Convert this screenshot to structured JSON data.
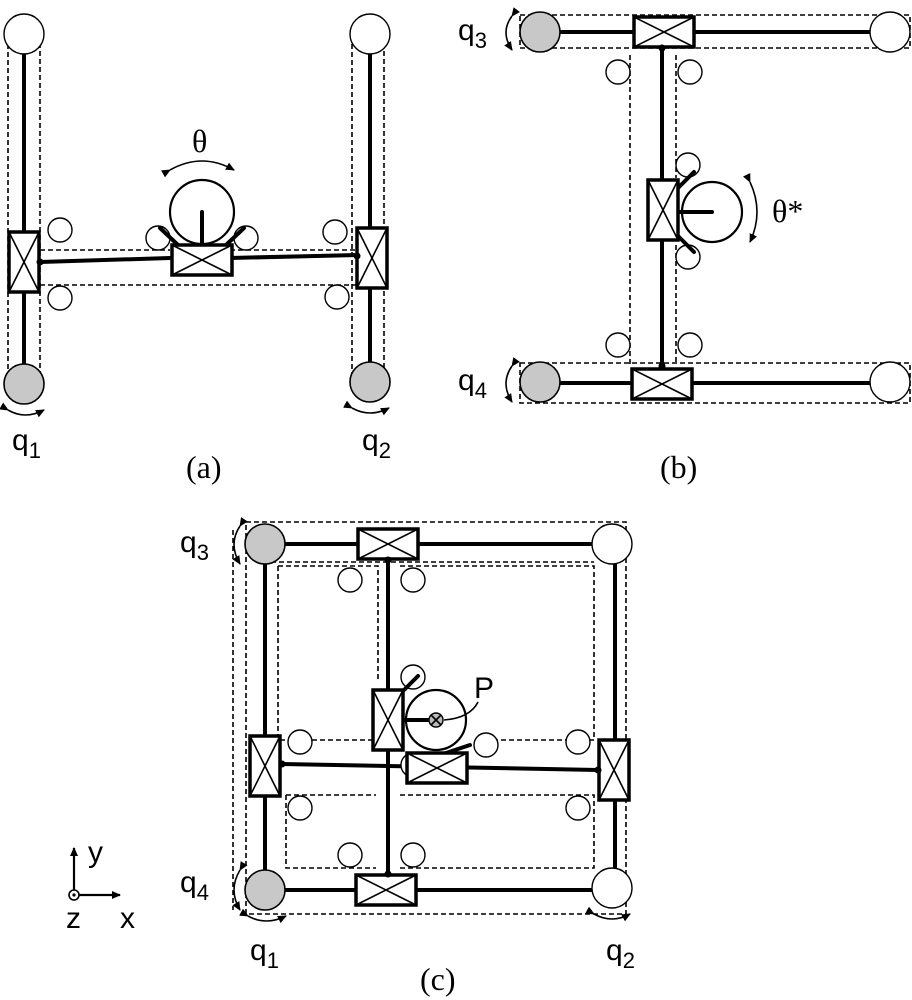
{
  "panels": {
    "a": {
      "caption": "(a)",
      "angle_label": "θ"
    },
    "b": {
      "caption": "(b)",
      "angle_label": "θ*"
    },
    "c": {
      "caption": "(c)",
      "point_label": "P"
    }
  },
  "joints": {
    "q1": {
      "main": "q",
      "sub": "1"
    },
    "q2": {
      "main": "q",
      "sub": "2"
    },
    "q3": {
      "main": "q",
      "sub": "3"
    },
    "q4": {
      "main": "q",
      "sub": "4"
    }
  },
  "axes": {
    "x": "x",
    "y": "y",
    "z": "z"
  },
  "colors": {
    "drive_pulley": "#c8c8c8",
    "line": "#000000",
    "background": "#ffffff"
  }
}
